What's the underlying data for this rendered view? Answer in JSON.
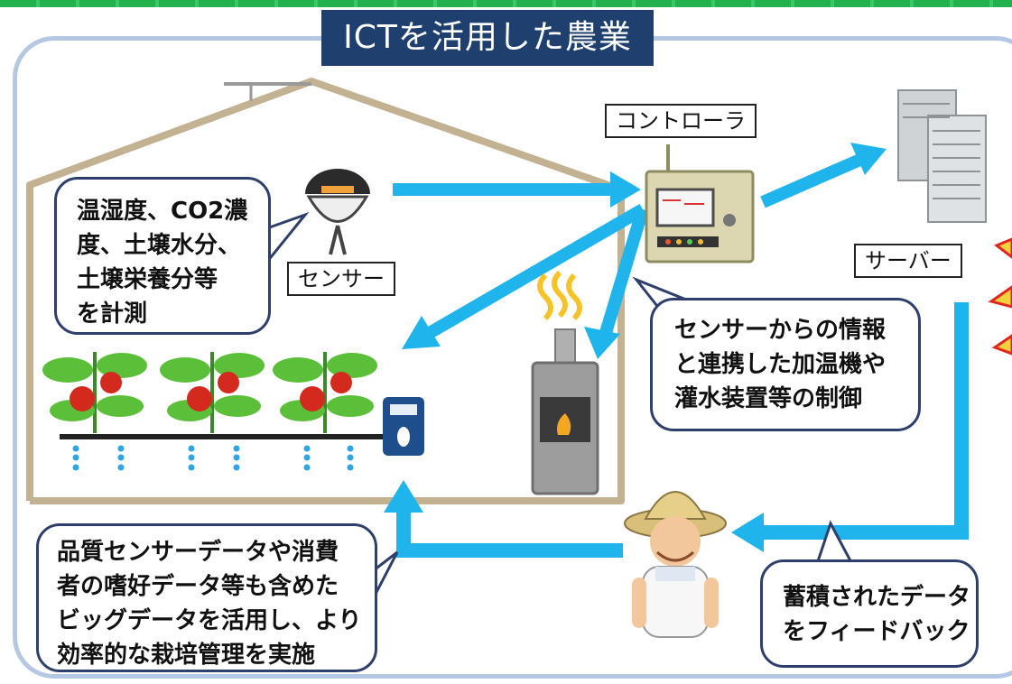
{
  "title": "ICTを活用した農業",
  "labels": {
    "sensor": "センサー",
    "controller": "コントローラ",
    "server": "サーバー"
  },
  "bubbles": {
    "measure": [
      "温湿度、CO2濃",
      "度、土壌水分、",
      "土壌栄養分等",
      "を計測"
    ],
    "control": [
      "センサーからの情報",
      "と連携した加温機や",
      "灌水装置等の制御"
    ],
    "feedback": [
      "蓄積されたデータ",
      "をフィードバック"
    ],
    "bigdata": [
      "品質センサーデータや消費",
      "者の嗜好データ等も含めた",
      "ビッグデータを活用し、より",
      "効率的な栽培管理を実施"
    ]
  },
  "colors": {
    "title_bg": "#1f3f6e",
    "arrow": "#1fb4ec",
    "house": "#c2b292",
    "frame": "#b4c8e4",
    "bubble_border": "#2d3f6a"
  },
  "icons": [
    "sensor-icon",
    "controller-icon",
    "server-icon",
    "heater-icon",
    "tomato-plant-icon",
    "irrigation-controller-icon",
    "farmer-icon",
    "alert-burst-icon"
  ]
}
